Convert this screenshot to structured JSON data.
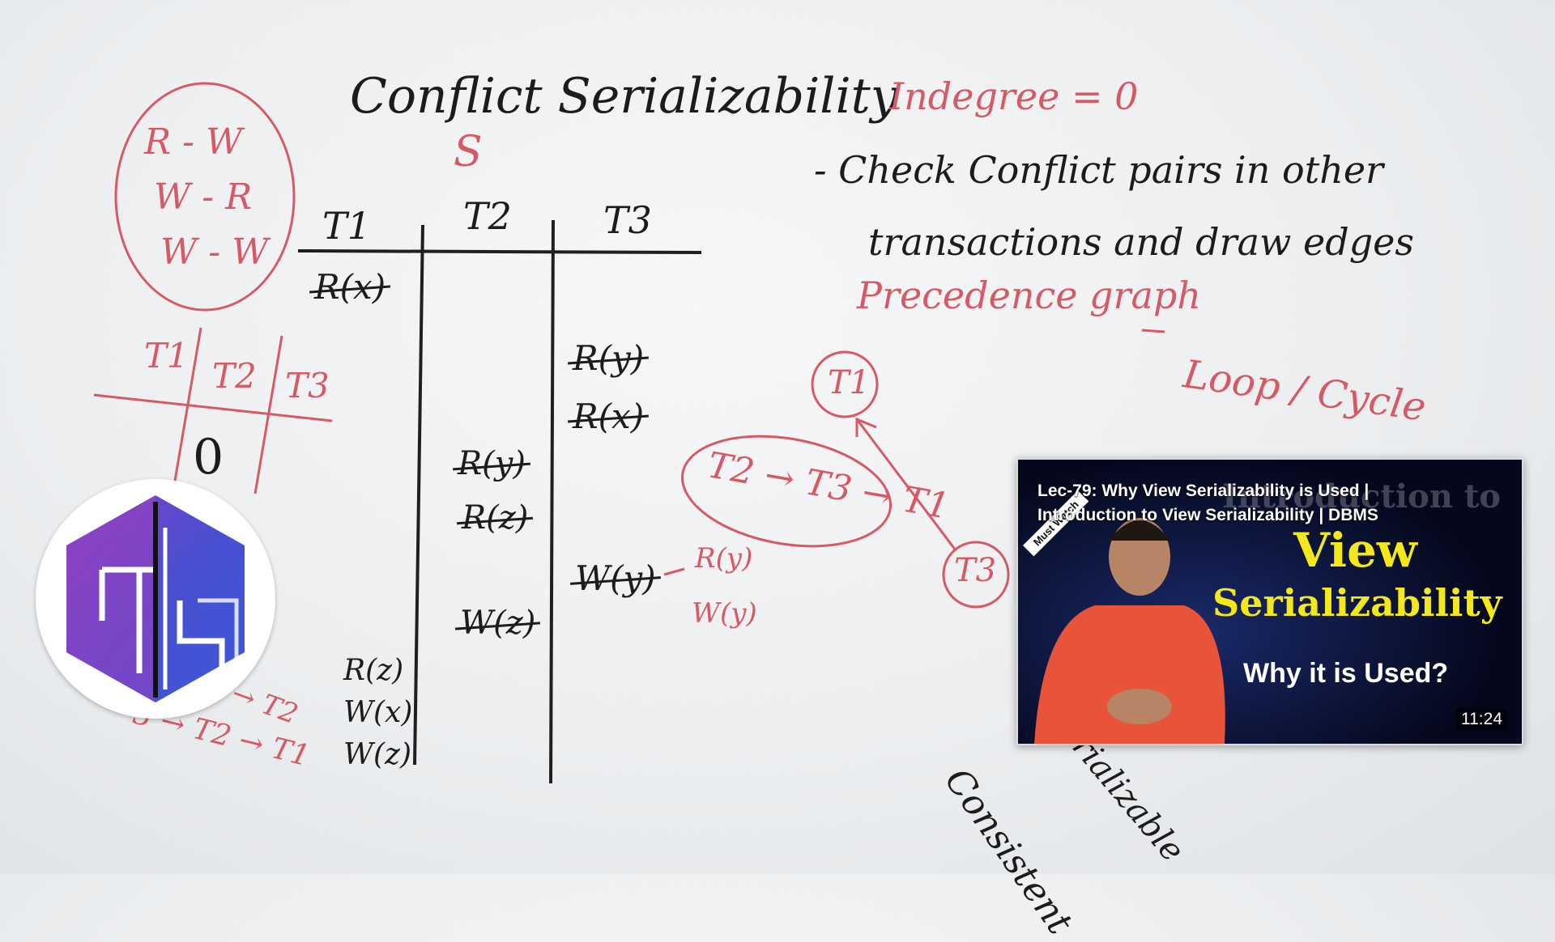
{
  "board": {
    "title": "Conflict Serializability",
    "title_s": "S",
    "indegree": "Indegree = 0",
    "check_line1": "- Check Conflict pairs in other",
    "check_line2": "transactions and draw edges",
    "precedence": "Precedence graph",
    "loop_cycle": "Loop / Cycle",
    "conflict_pairs": [
      "R - W",
      "W - R",
      "W - W"
    ],
    "headers": [
      "T1",
      "T2",
      "T3"
    ],
    "t1_ops": [
      "R(x)",
      "R(z)",
      "W(x)",
      "W(z)"
    ],
    "t2_ops": [
      "R(y)",
      "R(z)",
      "W(z)"
    ],
    "t3_ops": [
      "R(y)",
      "R(x)",
      "W(y)"
    ],
    "side_ops": [
      "R(y)",
      "W(y)"
    ],
    "indeg_headers": [
      "T1",
      "T2",
      "T3"
    ],
    "indeg_zero": "0",
    "order_partial": "3 → T2 → T1",
    "order_top": "→ T2",
    "graph_nodes": [
      "T1",
      "T3"
    ],
    "topo_order": "T2 → T3 → T1",
    "consistent": "Consistent",
    "serializable_partial": "rializable"
  },
  "video_card": {
    "title": "Lec-79: Why View Serializability is Used | Introduction to View Serializability | DBMS",
    "bg_text": "Introduction to",
    "thumb_line1": "View",
    "thumb_line2": "Serializability",
    "thumb_line3": "Why it is Used?",
    "ribbon": "Must Watch",
    "duration": "11:24"
  }
}
